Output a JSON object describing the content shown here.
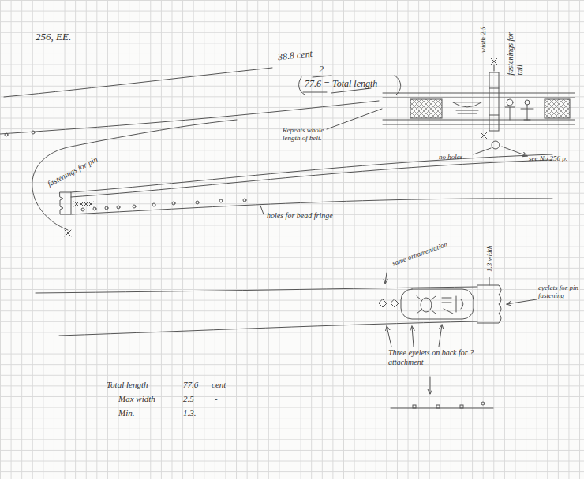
{
  "diagram": {
    "title": "256, EE.",
    "labels": [
      "38.8 cent",
      "2",
      "77.6 = Total length",
      "width 2.5",
      "fastenings for tail",
      "Repeats whole length of belt.",
      "fastenings for pin",
      "holes for bead fringe",
      "no holes",
      "see No 256 p.",
      "same ornamentation",
      "1.3 width",
      "eyelets for pin fastening",
      "Three eyelets on back for ? attachment",
      "Total length",
      "77.6",
      "cent",
      "Max width",
      "2.5",
      "-",
      "Min.",
      "-",
      "1.3.",
      "-"
    ]
  }
}
